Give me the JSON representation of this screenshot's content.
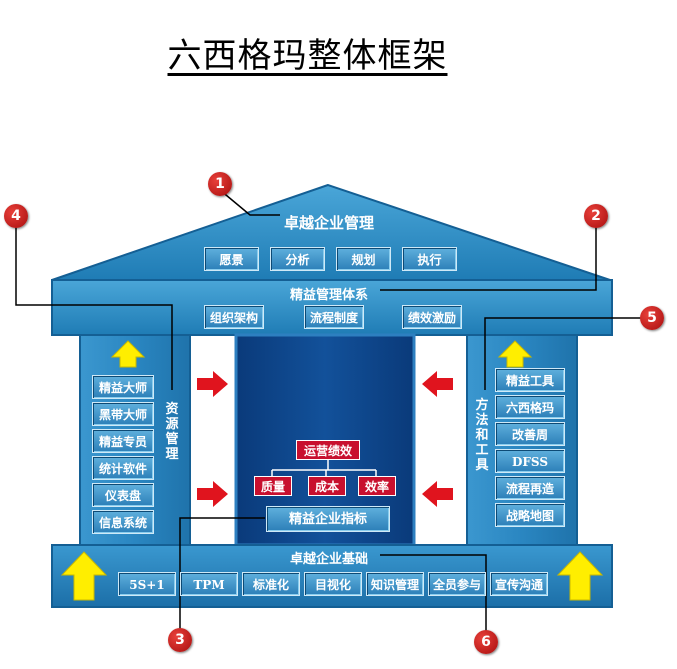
{
  "title": "六西格玛整体框架",
  "roof": {
    "title": "卓越企业管理",
    "buttons": [
      "愿景",
      "分析",
      "规划",
      "执行"
    ]
  },
  "beam": {
    "title": "精益管理体系",
    "buttons": [
      "组织架构",
      "流程制度",
      "绩效激励"
    ]
  },
  "left_pillar": {
    "label": "资源管理",
    "buttons": [
      "精益大师",
      "黑带大师",
      "精益专员",
      "统计软件",
      "仪表盘",
      "信息系统"
    ]
  },
  "right_pillar": {
    "label": "方法和工具",
    "buttons": [
      "精益工具",
      "六西格玛",
      "改善周",
      "DFSS",
      "流程再造",
      "战略地图"
    ]
  },
  "center": {
    "top_box": "运营绩效",
    "boxes": [
      "质量",
      "成本",
      "效率"
    ],
    "indicator": "精益企业指标"
  },
  "base": {
    "title": "卓越企业基础",
    "buttons": [
      "5S+1",
      "TPM",
      "标准化",
      "目视化",
      "知识管理",
      "全员参与",
      "宣传沟通"
    ]
  },
  "callouts": [
    "1",
    "2",
    "3",
    "4",
    "5",
    "6"
  ],
  "colors": {
    "structure": "#2f8fc6",
    "structure_dark": "#0f5a8c",
    "center_panel": "#0b3f86",
    "red_box": "#c8102e",
    "arrow_red": "#e0141e",
    "arrow_yellow": "#ffee00"
  }
}
